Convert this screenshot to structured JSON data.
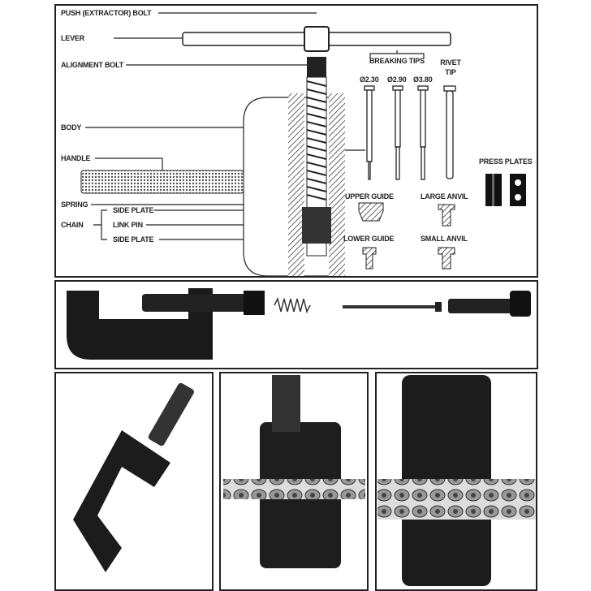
{
  "diagram": {
    "labels": {
      "push_bolt": "PUSH (EXTRACTOR) BOLT",
      "lever": "LEVER",
      "alignment_bolt": "ALIGNMENT BOLT",
      "body": "BODY",
      "handle": "HANDLE",
      "spring": "SPRING",
      "chain": "CHAIN",
      "side_plate_1": "SIDE PLATE",
      "link_pin": "LINK PIN",
      "side_plate_2": "SIDE PLATE",
      "breaking_tips": "BREAKING TIPS",
      "tip_1": "Ø2.30",
      "tip_2": "Ø2.90",
      "tip_3": "Ø3.80",
      "rivet_tip": "RIVET TIP",
      "press_plates": "PRESS PLATES",
      "upper_guide": "UPPER GUIDE",
      "lower_guide": "LOWER GUIDE",
      "large_anvil": "LARGE ANVIL",
      "small_anvil": "SMALL ANVIL"
    }
  }
}
